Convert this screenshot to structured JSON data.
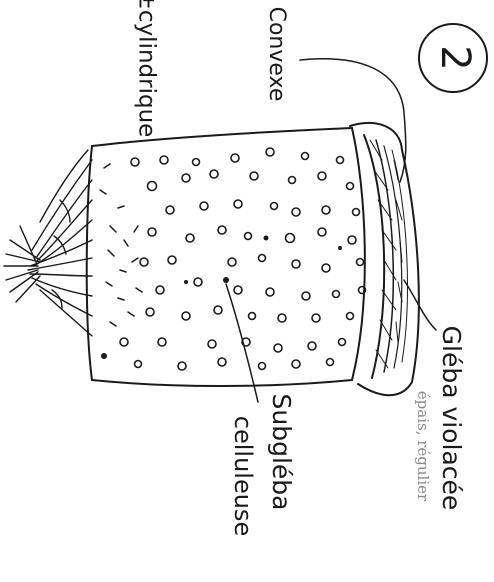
{
  "figure": {
    "number": "2",
    "labels": {
      "top_left": "±cylindrique",
      "top": "Convexe",
      "right_main": "Gléba violacée",
      "right_sub": "épais, régulier",
      "bottom_main": "Subgléba",
      "bottom_sub": "celluleuse"
    }
  },
  "colors": {
    "ink": "#1a1a1a",
    "paper": "#ffffff",
    "faint": "#8a8a8a"
  }
}
